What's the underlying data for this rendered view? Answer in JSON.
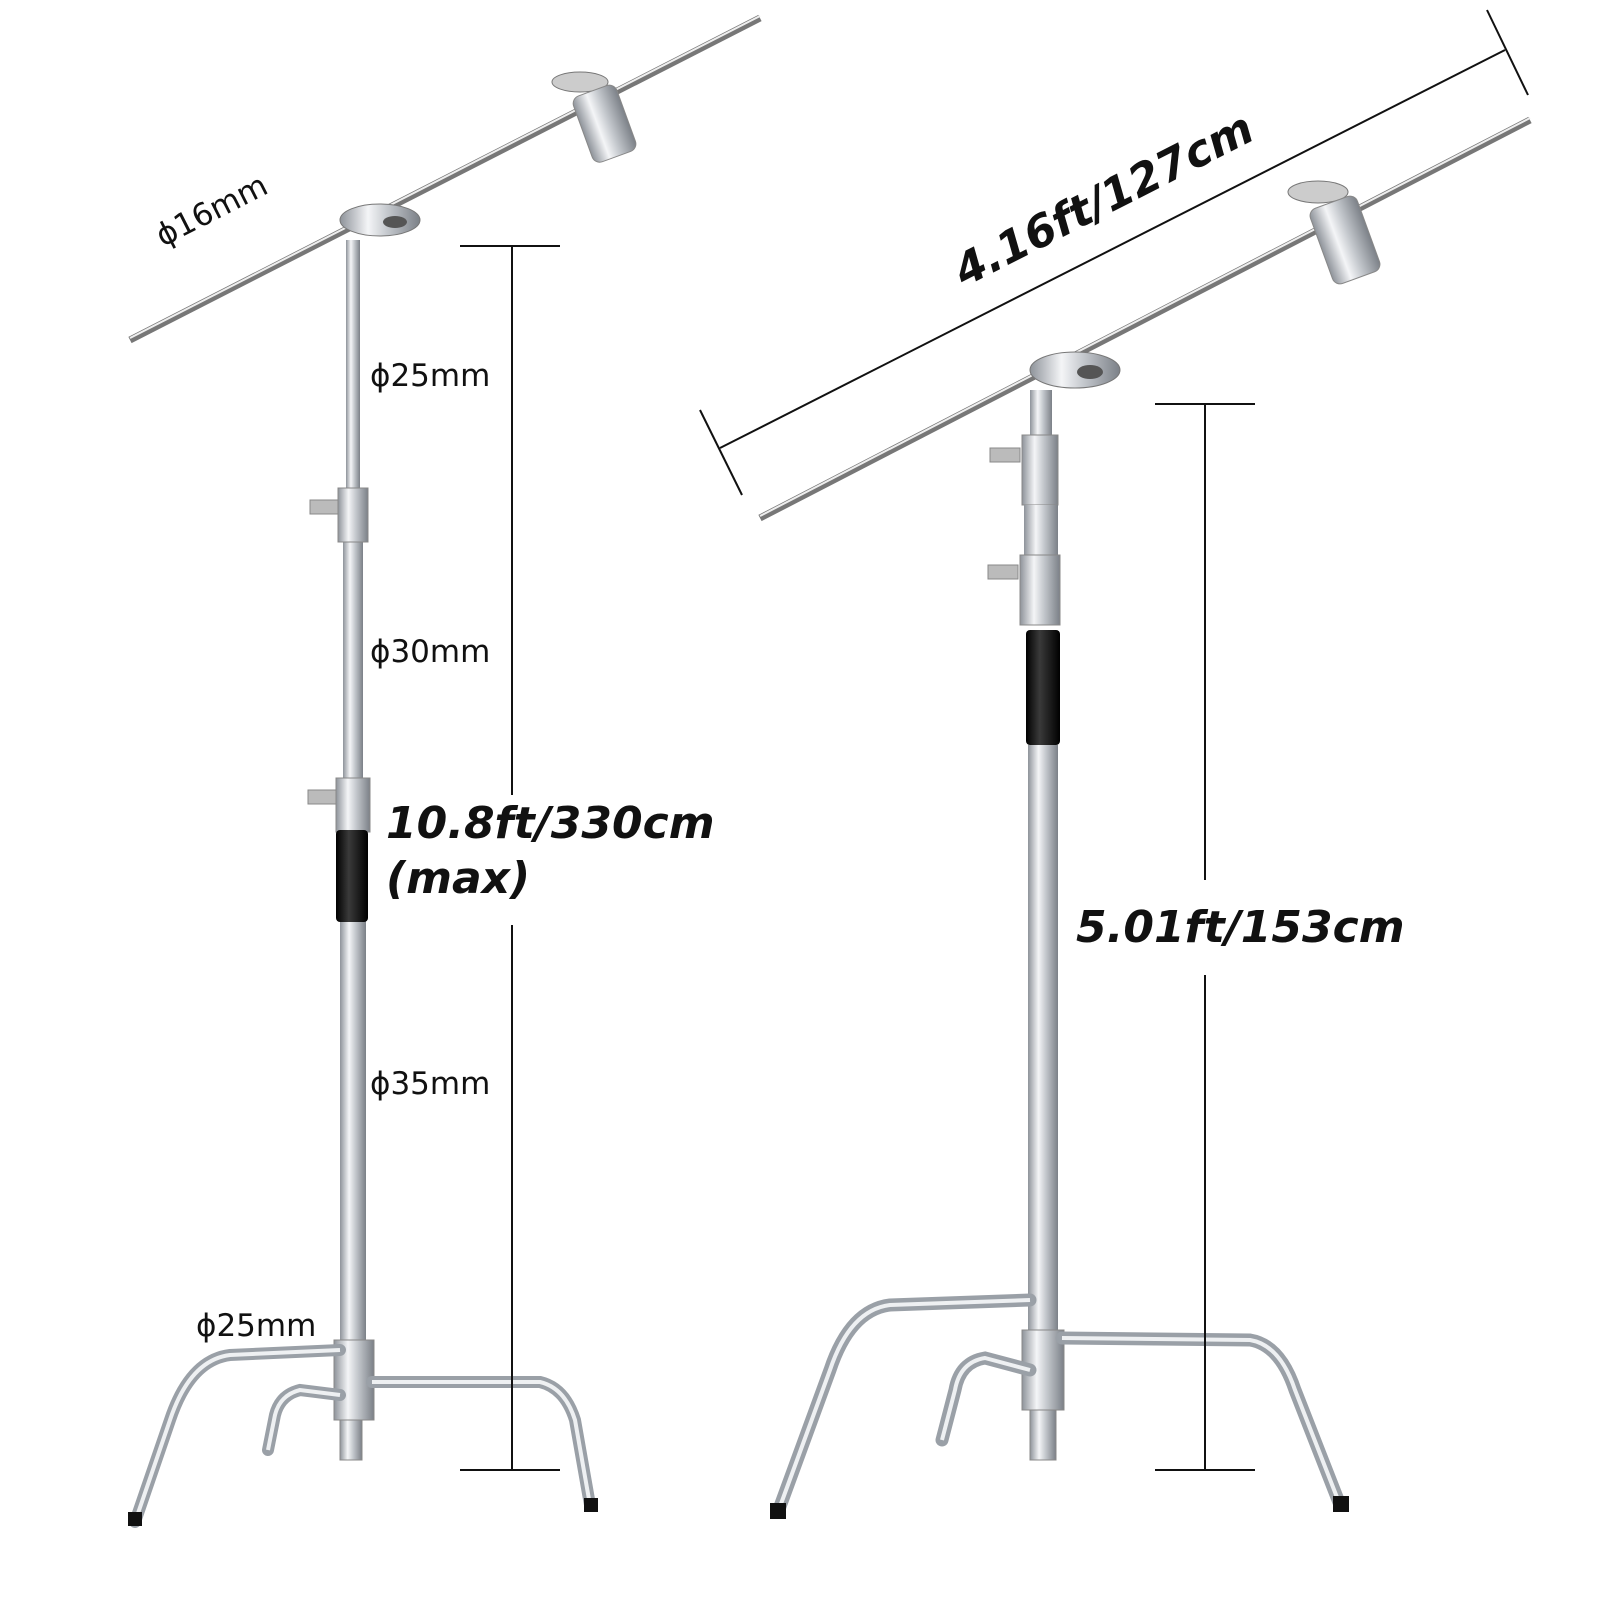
{
  "left_stand": {
    "arm_diameter": "ϕ16mm",
    "top_riser_diameter": "ϕ25mm",
    "middle_riser_diameter": "ϕ30mm",
    "bottom_riser_diameter": "ϕ35mm",
    "leg_diameter": "ϕ25mm",
    "max_height_line1": "10.8ft/330cm",
    "max_height_line2": "(max)"
  },
  "right_stand": {
    "arm_length": "4.16ft/127cm",
    "min_height": "5.01ft/153cm"
  },
  "colors": {
    "background": "#ffffff",
    "text": "#111111",
    "steel": "#b8bcc2",
    "grip": "#1a1a1a"
  }
}
